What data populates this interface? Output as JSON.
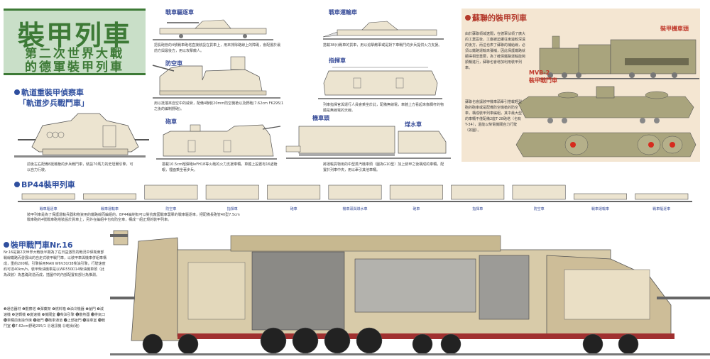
{
  "header": {
    "title": "裝甲列車",
    "subtitle_line1": "第二次世界大戰",
    "subtitle_line2": "的德軍裝甲列車"
  },
  "recon": {
    "title_line1": "軌道重裝甲偵察車",
    "title_line2": "「軌道步兵戰鬥車」",
    "caption": "前後左右配備8挺機槍的步兵戰鬥車，裝設70馬力的史坦爾引擎，可以自力行駛。"
  },
  "cars": {
    "tank_destroyer": {
      "label": "戰車驅逐車",
      "caption": "把長砲管的4號戰車砲塔直接裝設在貨車上，用來排除路線上的障礙，會配置於最前方與最後方，用以攻擊敵人。"
    },
    "tank_transport": {
      "label": "戰車運輸車",
      "caption": "搭載38(t)戰車的貨車，用以追擊敵軍或是對下車戰鬥的步兵提供火力支援。"
    },
    "anti_air": {
      "label": "防空車",
      "caption": "用以抵擋來自空中的威脅，配備4聯裝20mm防空機槍以及野砲",
      "caption_small": "(7.62cm FK295/1之後的編制野砲)。"
    },
    "command": {
      "label": "指揮車",
      "caption": "列車指揮官與運行人員會乘坐於此，配備無線電，車體上方看起來像欄杆的物體是無線電的天線。"
    },
    "artillery": {
      "label": "砲車",
      "caption": "搭載10.5cm榴彈砲leFH18等火砲的火力支援車輛，車體上設置有16處槍眼，裡面乘坐著步兵。"
    },
    "locomotive": {
      "label": "機車頭",
      "tender_label": "煤水車",
      "caption": "將運輸貨物用的中型蒸汽機車頭（圖為G10型）加上裝甲之後構成的車輛，配置於列車中央，用以牽引其他車輛。"
    }
  },
  "soviet": {
    "title": "蘇聯的裝甲列車",
    "text1": "由於蘇聯領域遼闊，在德軍佔領了廣大的工業區後，工廠被迫遷往東邊較深遠的後方，而這也表了蘇聯的補給線，必須以鐵路運輸來彌補，因此保護鐵路就顯得相當重要，為了確保鐵路運輸能夠順暢進行，蘇聯也會增加利用裝甲列車。",
    "loco_label": "裝甲機車頭",
    "mvb_label_line1": "MVB-2",
    "mvb_label_line2": "裝甲戰鬥車",
    "text2": "蘇聯也會讓裝甲機車頭牽引搭載輕型砲的砲車或是配備防空機槍的防空車，構成裝甲列車編組，其中最大型的車輛不僅配備2座T-28砲塔（也有T-34），還能以柴電機關自力行駛（如圖）。"
  },
  "bp44": {
    "title": "BP44裝甲列車",
    "strip_labels": [
      "戰車驅逐車",
      "戰車運輸車",
      "防空車",
      "指揮車",
      "砲車",
      "機車頭與煤水車",
      "砲車",
      "指揮車",
      "防空車",
      "戰車運輸車",
      "戰車驅逐車"
    ],
    "caption": "裝甲列車是為了保護運輸兵器和物資用的鐵路線而編組的，BP44編制有可以對抗敵國戰車襲擊的戰車驅逐車，把配備長砲管40型7.5cm戰車砲的4號戰車砲塔裝設於貨車上，另外在編組中也有防空車，構成一組正規的裝甲列車。"
  },
  "nr16": {
    "title": "裝甲戰鬥車Nr.16",
    "text": "Nr.16是第2次世界大戰後半期為了在日益激烈的戰況中保衛東部戰線鐵路而發展出的自走式裝甲戰鬥車，以裝甲車與機車併組車構成，重約200噸，引擎採用MAN W6V30/38柴油引擎，行駛速度約可達40km/h，裝甲柴油機車是以WR550D14柴油機車頭（此為改裝）為基礎改造而成，插圖中的內部配置有部分為推測。",
    "legend": "❶通信器材 ❷觀察塔 ❸彈藥架 ❹燃料箱 ❺油冷機器 ❻艙門 ❼減速機 ❽逆轉機 ❾變速機 ❿機關室 ⓫柴油引擎 ⓬散熱器 ⓭排氣口 ⓮車輛前後操作席 ⓯艙門 ⓰砲車通道 ⓱上部艙門 ⓲操車室 ⓳戰鬥室 ⓴7.62cm野砲295/1 ㉑通訊機 ㉒乾燥(砲)"
  },
  "colors": {
    "green": "#3d7a36",
    "blue": "#2f4f9f",
    "red": "#b43a2c",
    "beige": "#ece4d0",
    "olive": "#a9a47d",
    "tan": "#cdbd98"
  }
}
